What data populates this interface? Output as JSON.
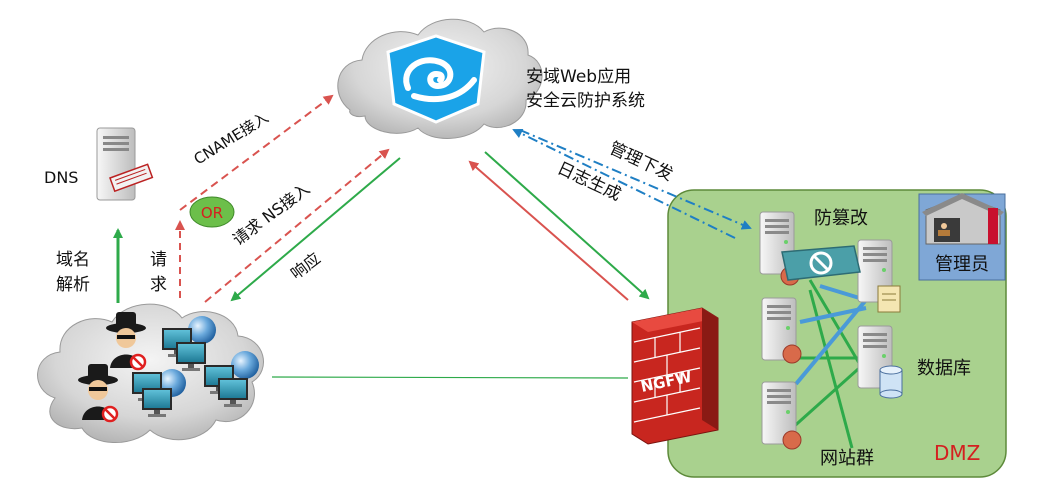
{
  "labels": {
    "cloud_system": [
      "安域Web应用",
      "安全云防护系统"
    ],
    "dns": "DNS",
    "domain_resolve": [
      "域名",
      "解析"
    ],
    "request_left": [
      "请",
      "求"
    ],
    "or_badge": "OR",
    "cname_access": "CNAME接入",
    "ns_access": "请求  NS接入",
    "response": "响应",
    "manage_issue": "管理下发",
    "log_generate": "日志生成",
    "anti_tamper": "防篡改",
    "admin": "管理员",
    "database": "数据库",
    "website_group": "网站群",
    "dmz": "DMZ",
    "ngfw": "NGFW"
  },
  "colors": {
    "dmz_fill": "#a9d18e",
    "dmz_stroke": "#5d8a3a",
    "admin_fill": "#7fa7d6",
    "arrow_red": "#d9534f",
    "arrow_green": "#2eaa4a",
    "arrow_blue": "#1f7fc4",
    "or_fill": "#6cbf4a",
    "or_text": "#d42020",
    "dmz_text": "#d42020",
    "logo_blue": "#1aa3e8"
  },
  "icons": [
    "cloud-icon",
    "server-icon",
    "firewall-icon",
    "hacker-icon",
    "monitor-icon",
    "globe-icon",
    "house-icon",
    "shield-logo-icon",
    "database-icon",
    "forbidden-icon",
    "document-icon"
  ]
}
